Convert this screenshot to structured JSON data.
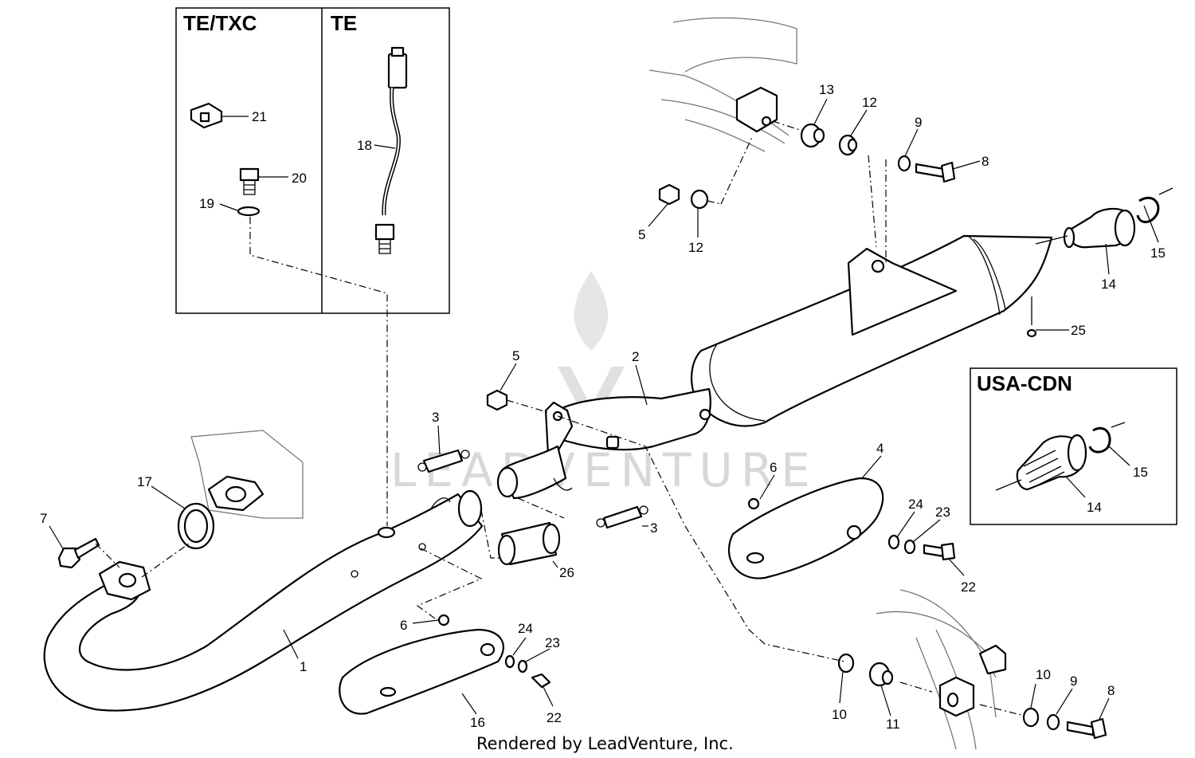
{
  "boxes": {
    "te_txc": "TE/TXC",
    "te": "TE",
    "usa_cdn": "USA-CDN"
  },
  "footer": "Rendered by LeadVenture, Inc.",
  "watermark": "LEADVENTURE",
  "callouts": [
    {
      "id": "c21",
      "label": "21"
    },
    {
      "id": "c20",
      "label": "20"
    },
    {
      "id": "c19",
      "label": "19"
    },
    {
      "id": "c18",
      "label": "18"
    },
    {
      "id": "c13",
      "label": "13"
    },
    {
      "id": "c12a",
      "label": "12"
    },
    {
      "id": "c9a",
      "label": "9"
    },
    {
      "id": "c8a",
      "label": "8"
    },
    {
      "id": "c5a",
      "label": "5"
    },
    {
      "id": "c12b",
      "label": "12"
    },
    {
      "id": "c15a",
      "label": "15"
    },
    {
      "id": "c14a",
      "label": "14"
    },
    {
      "id": "c25",
      "label": "25"
    },
    {
      "id": "c5b",
      "label": "5"
    },
    {
      "id": "c2",
      "label": "2"
    },
    {
      "id": "c3a",
      "label": "3"
    },
    {
      "id": "c17",
      "label": "17"
    },
    {
      "id": "c7",
      "label": "7"
    },
    {
      "id": "c6a",
      "label": "6"
    },
    {
      "id": "c4",
      "label": "4"
    },
    {
      "id": "c24a",
      "label": "24"
    },
    {
      "id": "c23a",
      "label": "23"
    },
    {
      "id": "c22a",
      "label": "22"
    },
    {
      "id": "c3b",
      "label": "3"
    },
    {
      "id": "c26",
      "label": "26"
    },
    {
      "id": "c1",
      "label": "1"
    },
    {
      "id": "c6b",
      "label": "6"
    },
    {
      "id": "c24b",
      "label": "24"
    },
    {
      "id": "c23b",
      "label": "23"
    },
    {
      "id": "c22b",
      "label": "22"
    },
    {
      "id": "c16",
      "label": "16"
    },
    {
      "id": "c10a",
      "label": "10"
    },
    {
      "id": "c11",
      "label": "11"
    },
    {
      "id": "c10b",
      "label": "10"
    },
    {
      "id": "c9b",
      "label": "9"
    },
    {
      "id": "c8b",
      "label": "8"
    },
    {
      "id": "c15b",
      "label": "15"
    },
    {
      "id": "c14b",
      "label": "14"
    }
  ]
}
